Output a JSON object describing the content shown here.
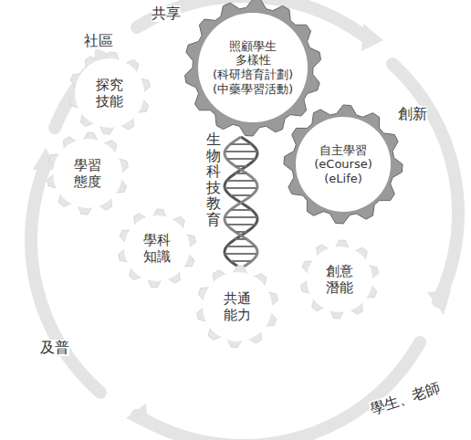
{
  "diagram": {
    "nodes": [
      {
        "text": [
          "照顧學生多樣性",
          "(科研培育計劃)",
          "(中藥學習活動)"
        ]
      },
      {
        "text": [
          "自主學習",
          "(eCourse)",
          "(eLife)"
        ]
      },
      {
        "text": [
          "探究技能"
        ]
      },
      {
        "text": [
          "學習態度"
        ]
      },
      {
        "text": [
          "學科知識"
        ]
      },
      {
        "text": [
          "共通能力"
        ]
      },
      {
        "text": [
          "創意潛能"
        ]
      }
    ],
    "labels": [
      "生物科技教育",
      "共享",
      "社區",
      "創新",
      "及普",
      "學生、老師"
    ]
  }
}
